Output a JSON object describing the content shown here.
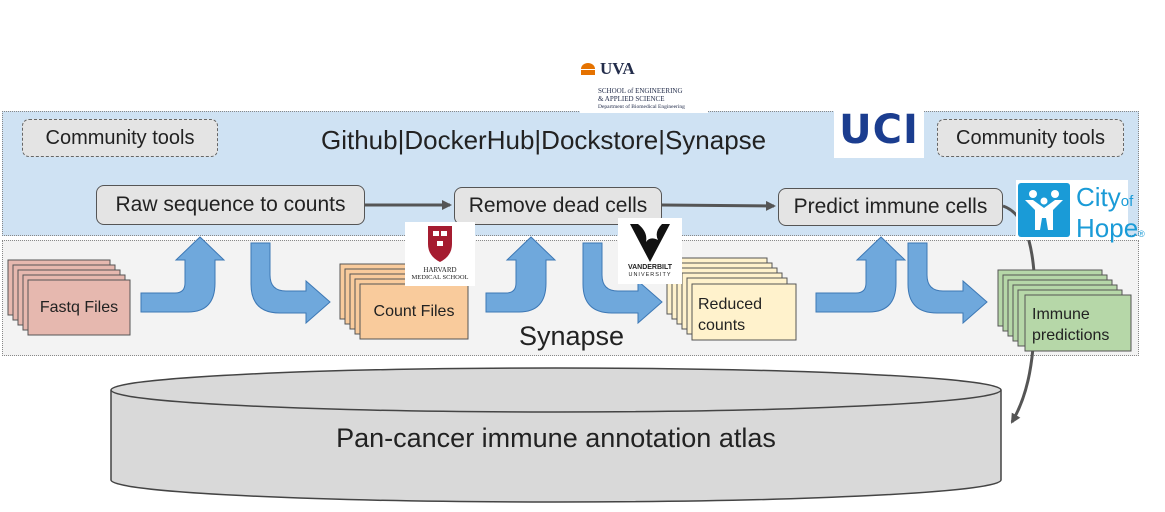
{
  "banner": "Github|DockerHub|Dockstore|Synapse",
  "community_tools_left": "Community tools",
  "community_tools_right": "Community tools",
  "steps": {
    "raw": "Raw sequence to counts",
    "dead": "Remove dead cells",
    "predict": "Predict immune cells"
  },
  "files": {
    "fastq": "Fastq Files",
    "count": "Count  Files",
    "reduced_line1": "Reduced",
    "reduced_line2": "counts",
    "immune_line1": "Immune",
    "immune_line2": "predictions"
  },
  "storage_label": "Synapse",
  "atlas_label": "Pan-cancer immune annotation atlas",
  "logos": {
    "uva": "UVA",
    "uva_sub1": "SCHOOL of ENGINEERING",
    "uva_sub2": "& APPLIED SCIENCE",
    "uva_sub3": "Department of Biomedical Engineering",
    "uci": "UCI",
    "harvard1": "HARVARD",
    "harvard2": "MEDICAL SCHOOL",
    "vanderbilt1": "VANDERBILT",
    "vanderbilt2": "UNIVERSITY",
    "coh1": "City",
    "coh1b": "of",
    "coh2": "Hope",
    "coh2b": "®"
  },
  "colors": {
    "band_top": "#cfe2f3",
    "band_bottom": "#f3f3f3",
    "fastq": "#e6b8af",
    "count": "#f9cb9c",
    "reduced": "#fff2cc",
    "immune": "#b6d7a8",
    "arrow_blue": "#6fa8dc",
    "uci_blue": "#1b3d8f"
  }
}
